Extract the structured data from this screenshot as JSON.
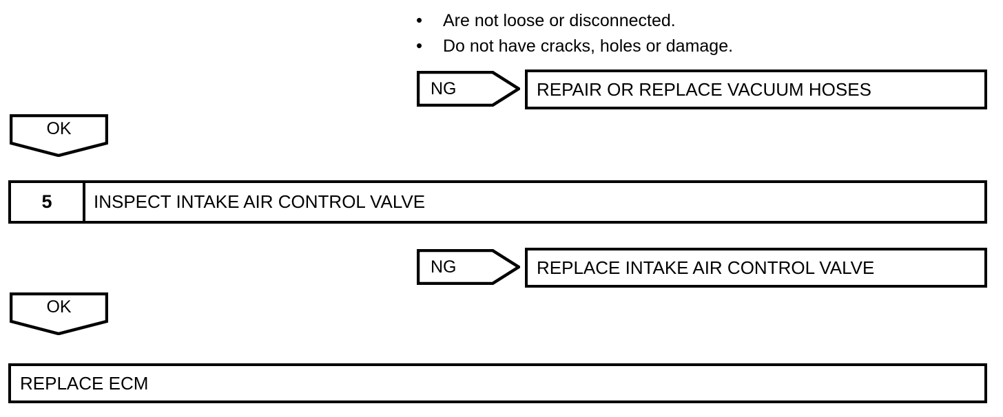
{
  "diagram": {
    "title": "Diagnostic flow chart continuation",
    "line_color": "#000000",
    "background": "#ffffff",
    "conditions": [
      {
        "bullet": "•",
        "text": "Are not loose or disconnected."
      },
      {
        "bullet": "•",
        "text": "Do not have cracks, holes or damage."
      }
    ],
    "branches": [
      {
        "judgement": "NG",
        "action": "REPAIR OR REPLACE VACUUM HOSES"
      },
      {
        "judgement": "NG",
        "action": "REPLACE INTAKE AIR CONTROL VALVE"
      }
    ],
    "connectors": [
      {
        "label": "OK"
      },
      {
        "label": "OK"
      }
    ],
    "steps": [
      {
        "number": "5",
        "title": "INSPECT INTAKE AIR CONTROL VALVE"
      }
    ],
    "final": {
      "action": "REPLACE ECM"
    }
  }
}
